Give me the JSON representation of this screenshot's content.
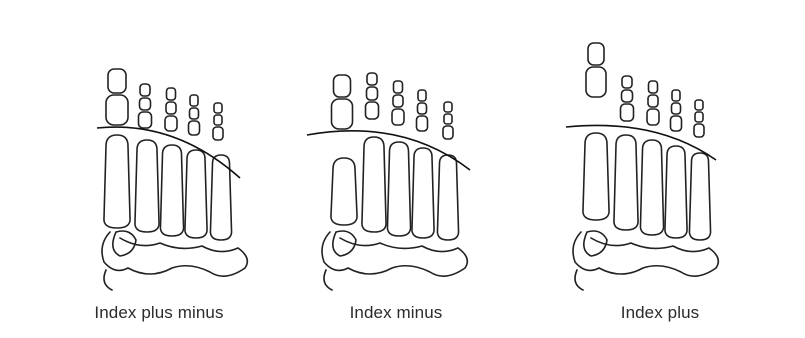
{
  "panels": [
    {
      "caption": "Index plus minus",
      "variant": "plus-minus"
    },
    {
      "caption": "Index minus",
      "variant": "minus"
    },
    {
      "caption": "Index plus",
      "variant": "plus"
    }
  ]
}
